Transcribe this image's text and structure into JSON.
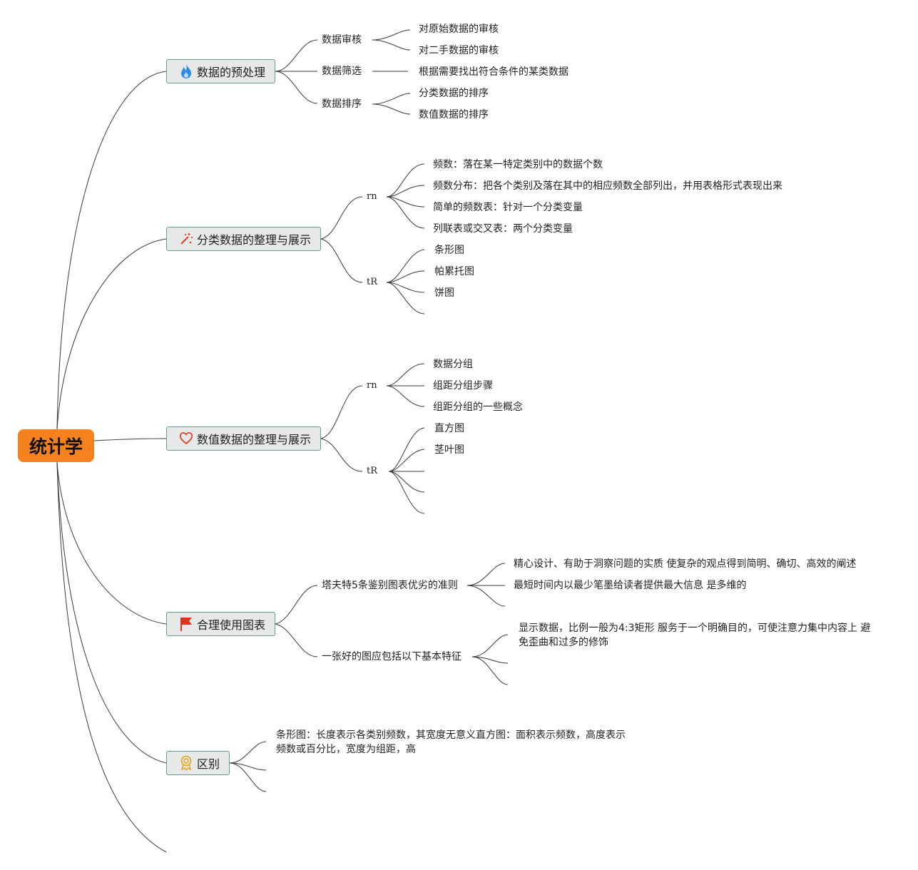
{
  "root": {
    "label": "统计学",
    "color": "#f5821f"
  },
  "branches": [
    {
      "label": "数据的预处理",
      "icon": "fire-icon",
      "children": [
        {
          "label": "数据审核",
          "children": [
            "对原始数据的审核",
            "对二手数据的审核"
          ]
        },
        {
          "label": "数据筛选",
          "children": [
            "根据需要找出符合条件的某类数据"
          ]
        },
        {
          "label": "数据排序",
          "children": [
            "分类数据的排序",
            "数值数据的排序"
          ]
        }
      ]
    },
    {
      "label": "分类数据的整理与展示",
      "icon": "magic-wand-icon",
      "children": [
        {
          "label": "rn",
          "children": [
            "频数：落在某一特定类别中的数据个数",
            "频数分布：把各个类别及落在其中的相应频数全部列出，并用表格形式表现出来",
            "简单的频数表：针对一个分类变量",
            "列联表或交叉表：两个分类变量"
          ]
        },
        {
          "label": "tR",
          "children": [
            "条形图",
            "帕累托图",
            "饼图"
          ]
        }
      ]
    },
    {
      "label": "数值数据的整理与展示",
      "icon": "heart-icon",
      "children": [
        {
          "label": "rn",
          "children": [
            "数据分组",
            "组距分组步骤",
            "组距分组的一些概念"
          ]
        },
        {
          "label": "tR",
          "children": [
            "直方图",
            "茎叶图"
          ]
        }
      ]
    },
    {
      "label": "合理使用图表",
      "icon": "flag-icon",
      "children": [
        {
          "label": "塔夫特5条鉴别图表优劣的准则",
          "children": [
            "精心设计、有助于洞察问题的实质 使复杂的观点得到简明、确切、高效的阐述",
            "最短时间内以最少笔墨给读者提供最大信息 是多维的"
          ]
        },
        {
          "label": "一张好的图应包括以下基本特征",
          "children": [
            "显示数据，比例一般为4:3矩形 服务于一个明确目的，可使注意力集中内容上 避免歪曲和过多的修饰"
          ]
        }
      ]
    },
    {
      "label": "区别",
      "icon": "award-icon",
      "children": [
        {
          "label": "条形图：长度表示各类别频数，其宽度无意义直方图：面积表示频数，高度表示频数或百分比，宽度为组距，高"
        }
      ]
    }
  ]
}
